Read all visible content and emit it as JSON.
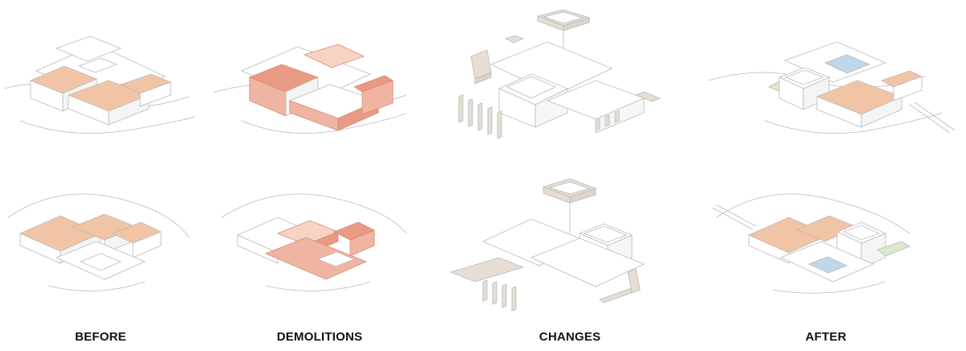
{
  "labels": {
    "before": "BEFORE",
    "demolitions": "DEMOLITIONS",
    "changes": "CHANGES",
    "after": "AFTER"
  },
  "colors": {
    "line": "#b9b9b9",
    "roof": "#f2c4a6",
    "demolition": "#e89a84",
    "change": "#e6ded4",
    "green": "#d9e9cc",
    "pool": "#bcd8ea"
  }
}
